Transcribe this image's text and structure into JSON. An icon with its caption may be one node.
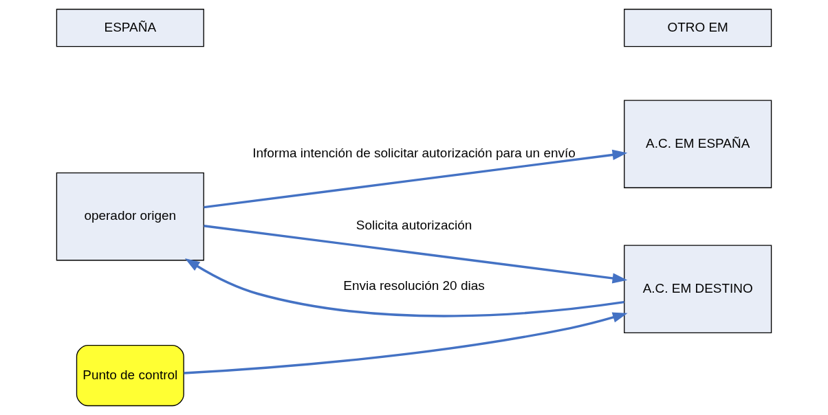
{
  "diagram": {
    "nodes": [
      {
        "text": [
          "operador origen"
        ]
      },
      {
        "text": [
          "A.C. EM ESPAÑA"
        ]
      },
      {
        "text": [
          "A.C. EM DESTINO"
        ]
      },
      {
        "text": [
          "Punto de control"
        ]
      },
      {
        "text": [
          "ESPAÑA"
        ]
      },
      {
        "text": [
          "OTRO EM"
        ]
      }
    ],
    "edges": [
      {
        "from": 0,
        "to": 1,
        "arrow": "to",
        "label": "Informa intención de solicitar autorización para un envío"
      },
      {
        "from": 0,
        "to": 2,
        "arrow": "to",
        "label": "Solicita autorización"
      },
      {
        "from": 2,
        "to": 0,
        "arrow": "to",
        "label": "Envia resolución 20 dias"
      },
      {
        "from": 3,
        "to": 2,
        "arrow": "to"
      }
    ]
  }
}
